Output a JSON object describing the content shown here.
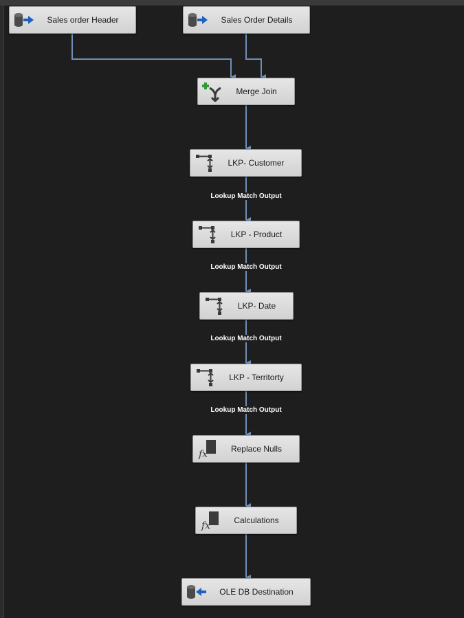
{
  "nodes": {
    "sales_order_header": {
      "label": "Sales order Header",
      "icon": "ole-db-source-icon"
    },
    "sales_order_details": {
      "label": "Sales Order Details",
      "icon": "ole-db-source-icon"
    },
    "merge_join": {
      "label": "Merge Join",
      "icon": "merge-join-icon"
    },
    "lkp_customer": {
      "label": "LKP- Customer",
      "icon": "lookup-icon"
    },
    "lkp_product": {
      "label": "LKP - Product",
      "icon": "lookup-icon"
    },
    "lkp_date": {
      "label": "LKP- Date",
      "icon": "lookup-icon"
    },
    "lkp_territory": {
      "label": "LKP - Territorty",
      "icon": "lookup-icon"
    },
    "replace_nulls": {
      "label": "Replace Nulls",
      "icon": "derived-column-icon"
    },
    "calculations": {
      "label": "Calculations",
      "icon": "derived-column-icon"
    },
    "ole_db_destination": {
      "label": "OLE DB Destination",
      "icon": "ole-db-destination-icon"
    }
  },
  "paths": {
    "customer_to_product": "Lookup Match Output",
    "product_to_date": "Lookup Match Output",
    "date_to_territory": "Lookup Match Output",
    "territory_to_replace": "Lookup Match Output"
  },
  "colors": {
    "canvas": "#1e1e1e",
    "connector": "#6f8fb8",
    "node_bg": "#dcdcdc"
  }
}
